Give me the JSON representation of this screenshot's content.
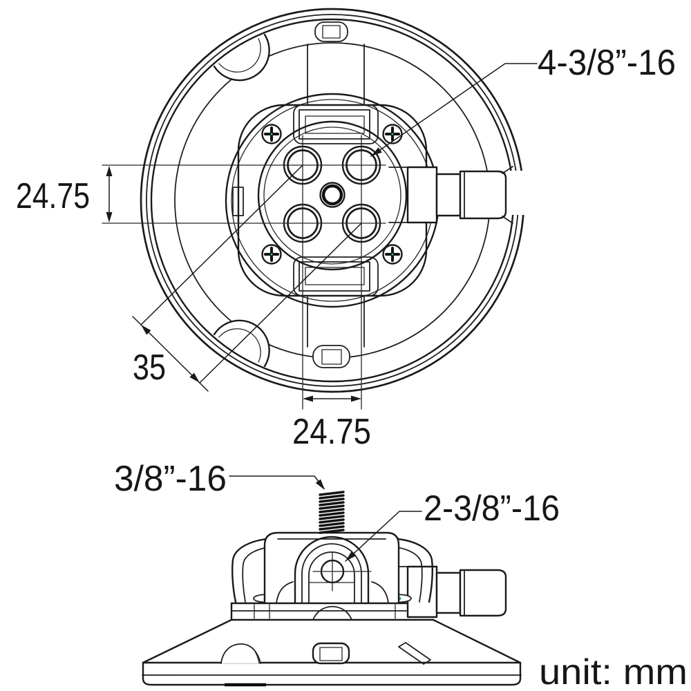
{
  "drawing": {
    "type": "technical-drawing",
    "unit_note": "unit: mm",
    "views": {
      "top_view": "circular suction mount base seen from above",
      "side_view": "suction mount profile with threaded stud"
    },
    "labels": {
      "mount_holes_thread": "4-3/8”-16",
      "stud_thread": "3/8”-16",
      "side_hole_thread": "2-3/8”-16"
    },
    "dimensions": {
      "hole_spacing_vertical": "24.75",
      "hole_spacing_horizontal": "24.75",
      "hole_spacing_diagonal": "35"
    },
    "colors": {
      "line": "#1a1a1a",
      "accent_teal": "#2fa8a4",
      "background": "#ffffff"
    }
  }
}
